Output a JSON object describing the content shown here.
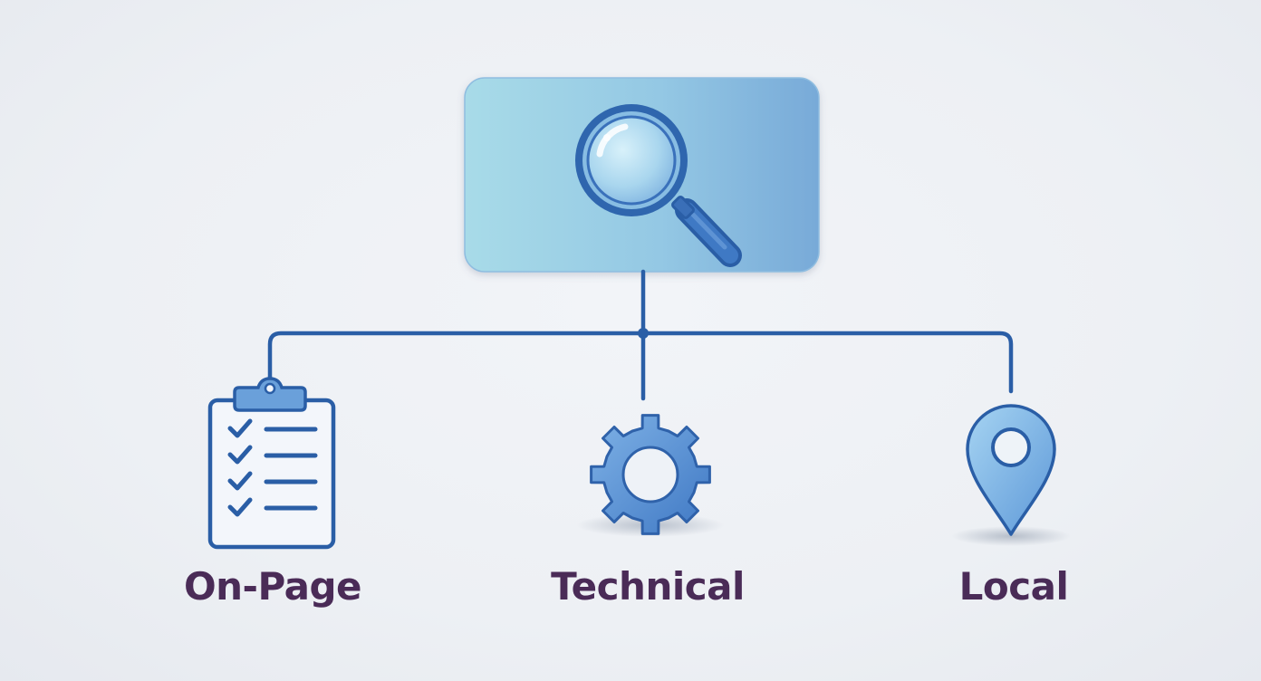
{
  "colors": {
    "background": "#edf0f4",
    "connector": "#2a5ea6",
    "icon_outline": "#2f62aa",
    "icon_fill": "#5f97d6",
    "label_text": "#4a2b57",
    "root_box_light": "#a9dbe9",
    "root_box_dark": "#79acd9"
  },
  "root": {
    "icon": "magnifying-glass-icon"
  },
  "nodes": [
    {
      "label": "On-Page",
      "icon": "checklist-clipboard-icon"
    },
    {
      "label": "Technical",
      "icon": "gear-icon"
    },
    {
      "label": "Local",
      "icon": "map-pin-icon"
    }
  ]
}
